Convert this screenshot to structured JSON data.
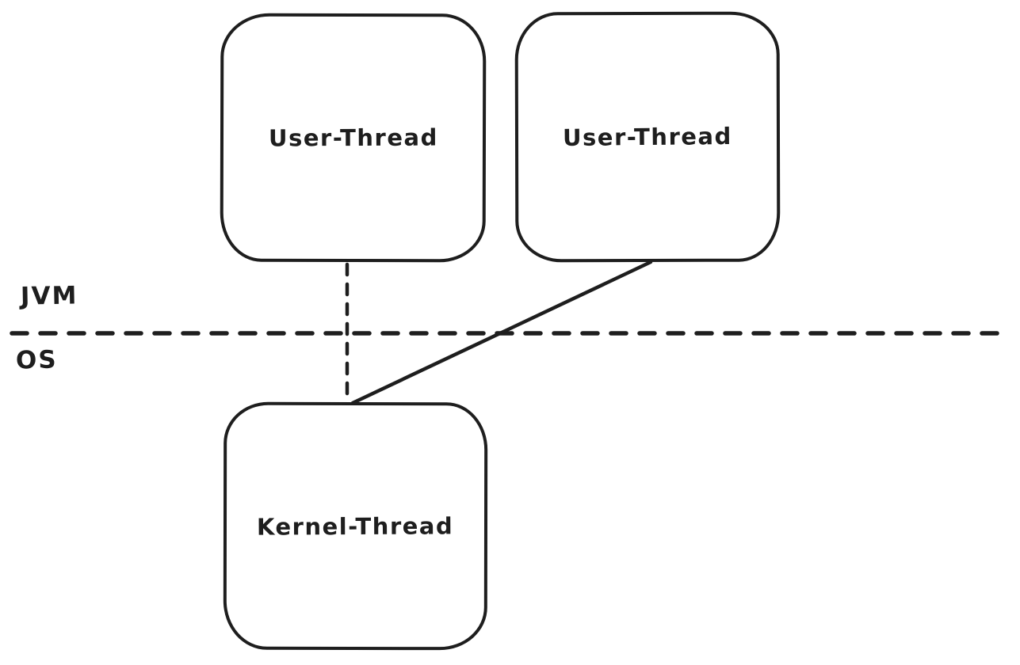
{
  "diagram": {
    "type": "thread-mapping-diagram",
    "boxes": [
      {
        "id": "user-thread-1",
        "label": "User-Thread"
      },
      {
        "id": "user-thread-2",
        "label": "User-Thread"
      },
      {
        "id": "kernel-thread",
        "label": "Kernel-Thread"
      }
    ],
    "boundary": {
      "above_label": "JVM",
      "below_label": "OS",
      "style": "dashed-horizontal-line"
    },
    "connections": [
      {
        "from": "user-thread-1",
        "to": "kernel-thread",
        "style": "dashed"
      },
      {
        "from": "user-thread-2",
        "to": "kernel-thread",
        "style": "solid"
      }
    ],
    "colors": {
      "stroke": "#1e1e1e",
      "background": "#ffffff"
    }
  }
}
